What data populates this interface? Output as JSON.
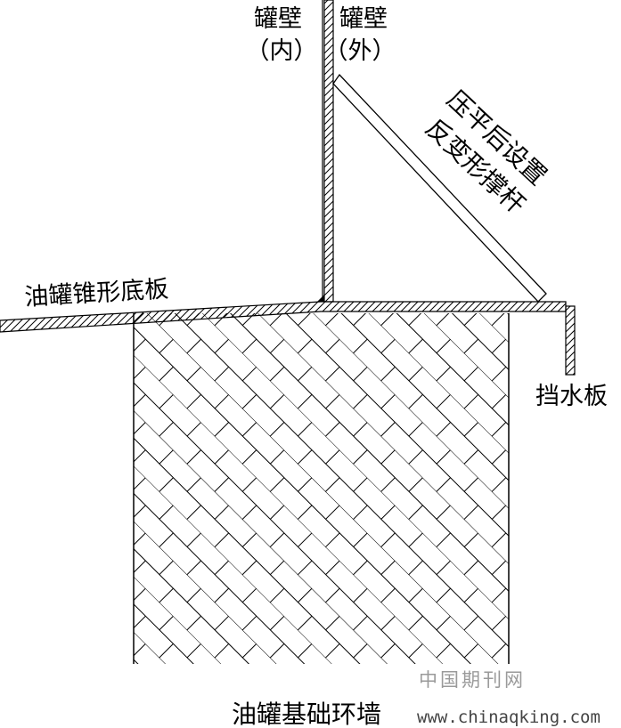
{
  "labels": {
    "wall_inner_line1": "罐壁",
    "wall_inner_line2": "（内）",
    "wall_outer_line1": "罐壁",
    "wall_outer_line2": "（外）",
    "strut_line1": "压平后设置",
    "strut_line2": "反变形撑杆",
    "bottom_plate": "油罐锥形底板",
    "water_board": "挡水板",
    "foundation": "油罐基础环墙"
  },
  "watermark": {
    "line1": "中国期刊网",
    "line2": "www.chinaqking.com"
  },
  "colors": {
    "ink": "#000000",
    "watermark": "#9a9a9a",
    "watermark_url": "#444444",
    "background": "#ffffff"
  }
}
